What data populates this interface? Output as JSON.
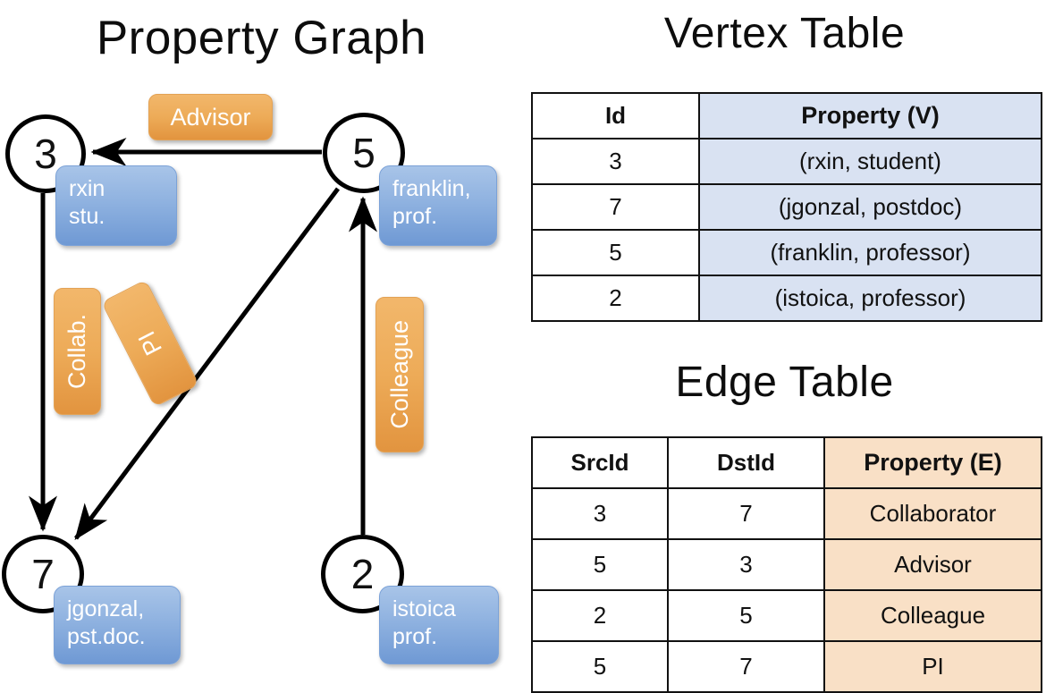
{
  "titles": {
    "property_graph": "Property Graph",
    "vertex_table": "Vertex Table",
    "edge_table": "Edge Table"
  },
  "colors": {
    "vertex_prop_fill": "#d9e2f2",
    "edge_prop_fill": "#f9e0c6",
    "node_callout_blue": "#8fb2e0",
    "edge_chip_orange": "#edab58",
    "stroke": "#111111"
  },
  "graph": {
    "nodes": [
      {
        "id": "3",
        "property_lines": [
          "rxin",
          "stu."
        ]
      },
      {
        "id": "5",
        "property_lines": [
          "franklin,",
          "prof."
        ]
      },
      {
        "id": "7",
        "property_lines": [
          "jgonzal,",
          "pst.doc."
        ]
      },
      {
        "id": "2",
        "property_lines": [
          "istoica",
          "prof."
        ]
      }
    ],
    "edge_labels": {
      "advisor": "Advisor",
      "collab": "Collab.",
      "pi": "PI",
      "colleague": "Colleague"
    },
    "edges": [
      {
        "src": "5",
        "dst": "3",
        "label": "Advisor"
      },
      {
        "src": "3",
        "dst": "7",
        "label": "Collab."
      },
      {
        "src": "5",
        "dst": "7",
        "label": "PI"
      },
      {
        "src": "2",
        "dst": "5",
        "label": "Colleague"
      }
    ]
  },
  "vertex_table": {
    "headers": [
      "Id",
      "Property (V)"
    ],
    "rows": [
      {
        "id": "3",
        "property": "(rxin, student)"
      },
      {
        "id": "7",
        "property": "(jgonzal, postdoc)"
      },
      {
        "id": "5",
        "property": "(franklin, professor)"
      },
      {
        "id": "2",
        "property": "(istoica, professor)"
      }
    ]
  },
  "edge_table": {
    "headers": [
      "SrcId",
      "DstId",
      "Property (E)"
    ],
    "rows": [
      {
        "src": "3",
        "dst": "7",
        "property": "Collaborator"
      },
      {
        "src": "5",
        "dst": "3",
        "property": "Advisor"
      },
      {
        "src": "2",
        "dst": "5",
        "property": "Colleague"
      },
      {
        "src": "5",
        "dst": "7",
        "property": "PI"
      }
    ]
  }
}
